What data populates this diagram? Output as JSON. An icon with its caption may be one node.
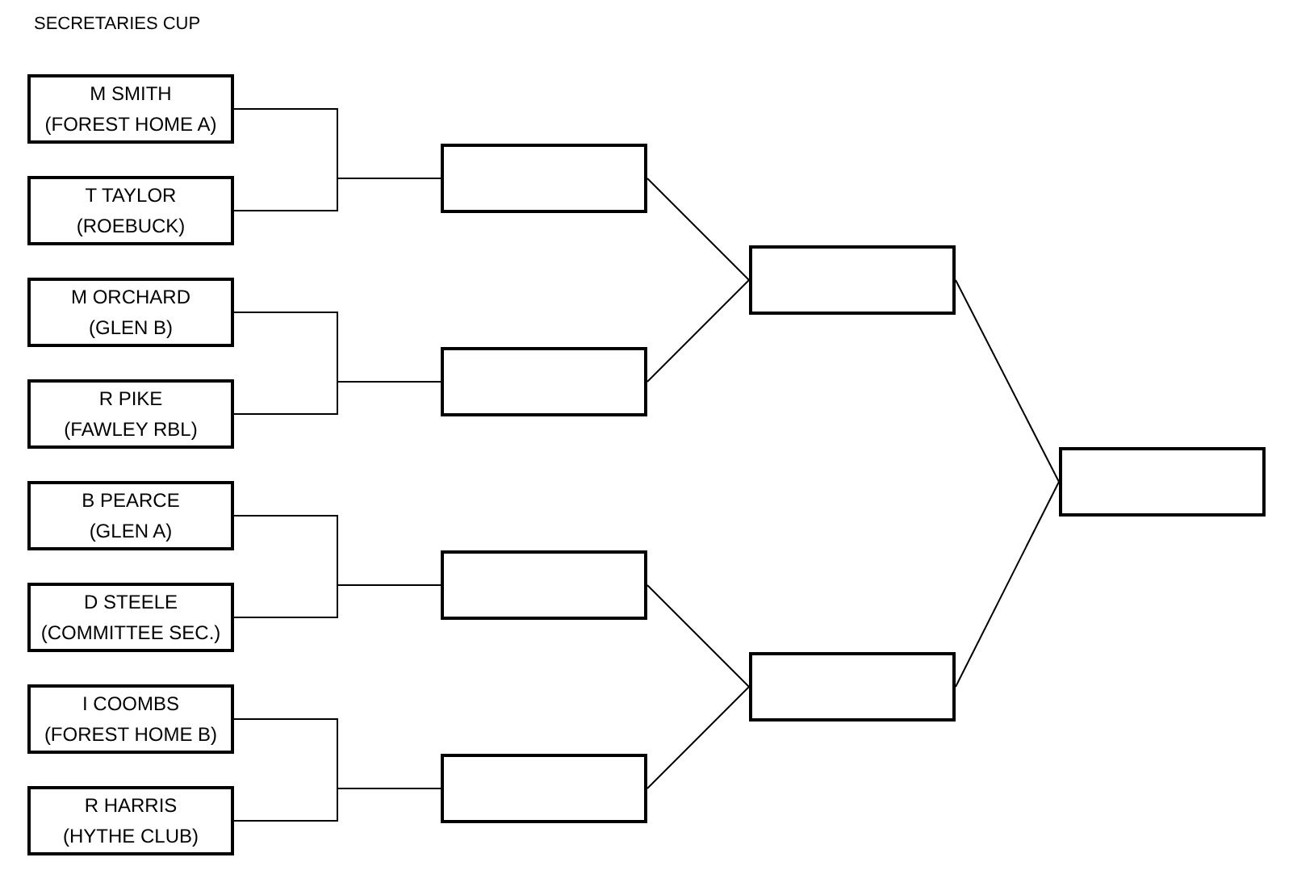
{
  "diagram": {
    "title": "SECRETARIES CUP",
    "nodes": [
      {
        "text": [
          "M SMITH",
          "(FOREST HOME A)"
        ]
      },
      {
        "text": [
          "T TAYLOR",
          "(ROEBUCK)"
        ]
      },
      {
        "text": [
          "M ORCHARD",
          "(GLEN B)"
        ]
      },
      {
        "text": [
          "R PIKE",
          "(FAWLEY RBL)"
        ]
      },
      {
        "text": [
          "B PEARCE",
          "(GLEN A)"
        ]
      },
      {
        "text": [
          "D STEELE",
          "(COMMITTEE SEC.)"
        ]
      },
      {
        "text": [
          "I COOMBS",
          "(FOREST HOME B)"
        ]
      },
      {
        "text": [
          "R HARRIS",
          "(HYTHE CLUB)"
        ]
      },
      {
        "text": [],
        "shape": "box"
      },
      {
        "text": [],
        "shape": "box"
      },
      {
        "text": [],
        "shape": "box"
      },
      {
        "text": [],
        "shape": "box"
      },
      {
        "text": [],
        "shape": "box"
      },
      {
        "text": [],
        "shape": "box"
      },
      {
        "text": [],
        "shape": "box"
      }
    ],
    "edges": [
      {
        "from": 0,
        "to": 8,
        "arrow": "none"
      },
      {
        "from": 1,
        "to": 8,
        "arrow": "none"
      },
      {
        "from": 2,
        "to": 9,
        "arrow": "none"
      },
      {
        "from": 3,
        "to": 9,
        "arrow": "none"
      },
      {
        "from": 4,
        "to": 10,
        "arrow": "none"
      },
      {
        "from": 5,
        "to": 10,
        "arrow": "none"
      },
      {
        "from": 6,
        "to": 11,
        "arrow": "none"
      },
      {
        "from": 7,
        "to": 11,
        "arrow": "none"
      },
      {
        "from": 8,
        "to": 12,
        "arrow": "none"
      },
      {
        "from": 9,
        "to": 12,
        "arrow": "none"
      },
      {
        "from": 10,
        "to": 13,
        "arrow": "none"
      },
      {
        "from": 11,
        "to": 13,
        "arrow": "none"
      },
      {
        "from": 12,
        "to": 14,
        "arrow": "none"
      },
      {
        "from": 13,
        "to": 14,
        "arrow": "none"
      }
    ]
  }
}
